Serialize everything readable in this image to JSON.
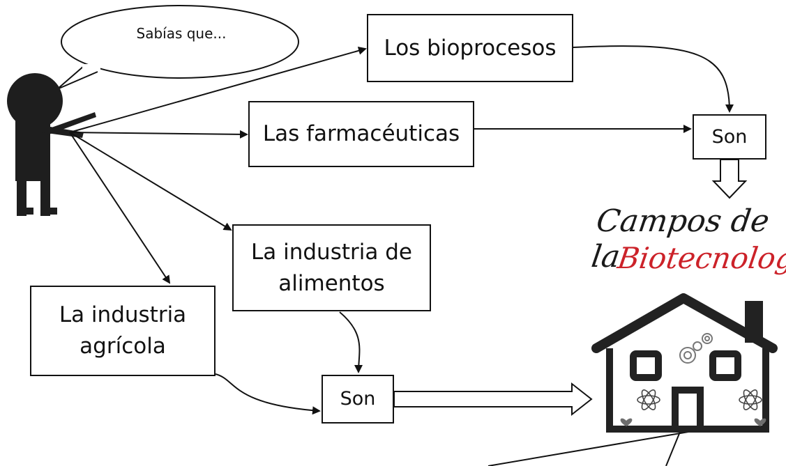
{
  "speech_bubble": {
    "text": "Sabías que..."
  },
  "boxes": {
    "bioprocesos": "Los bioprocesos",
    "farmaceuticas": "Las farmacéuticas",
    "alimentos": "La industria de\nalimentos",
    "agricola": "La industria\nagrícola",
    "son_top": "Son",
    "son_bottom": "Son"
  },
  "title": {
    "line1": "Campos de la",
    "line2": "Biotecnologiá"
  },
  "colors": {
    "ink": "#111111",
    "accent": "#cc2229",
    "gear": "#777777",
    "heart": "#6e6e6e"
  },
  "icons": [
    "person-figure",
    "house-icon",
    "gear-icon",
    "atom-icon",
    "heart-icon"
  ]
}
